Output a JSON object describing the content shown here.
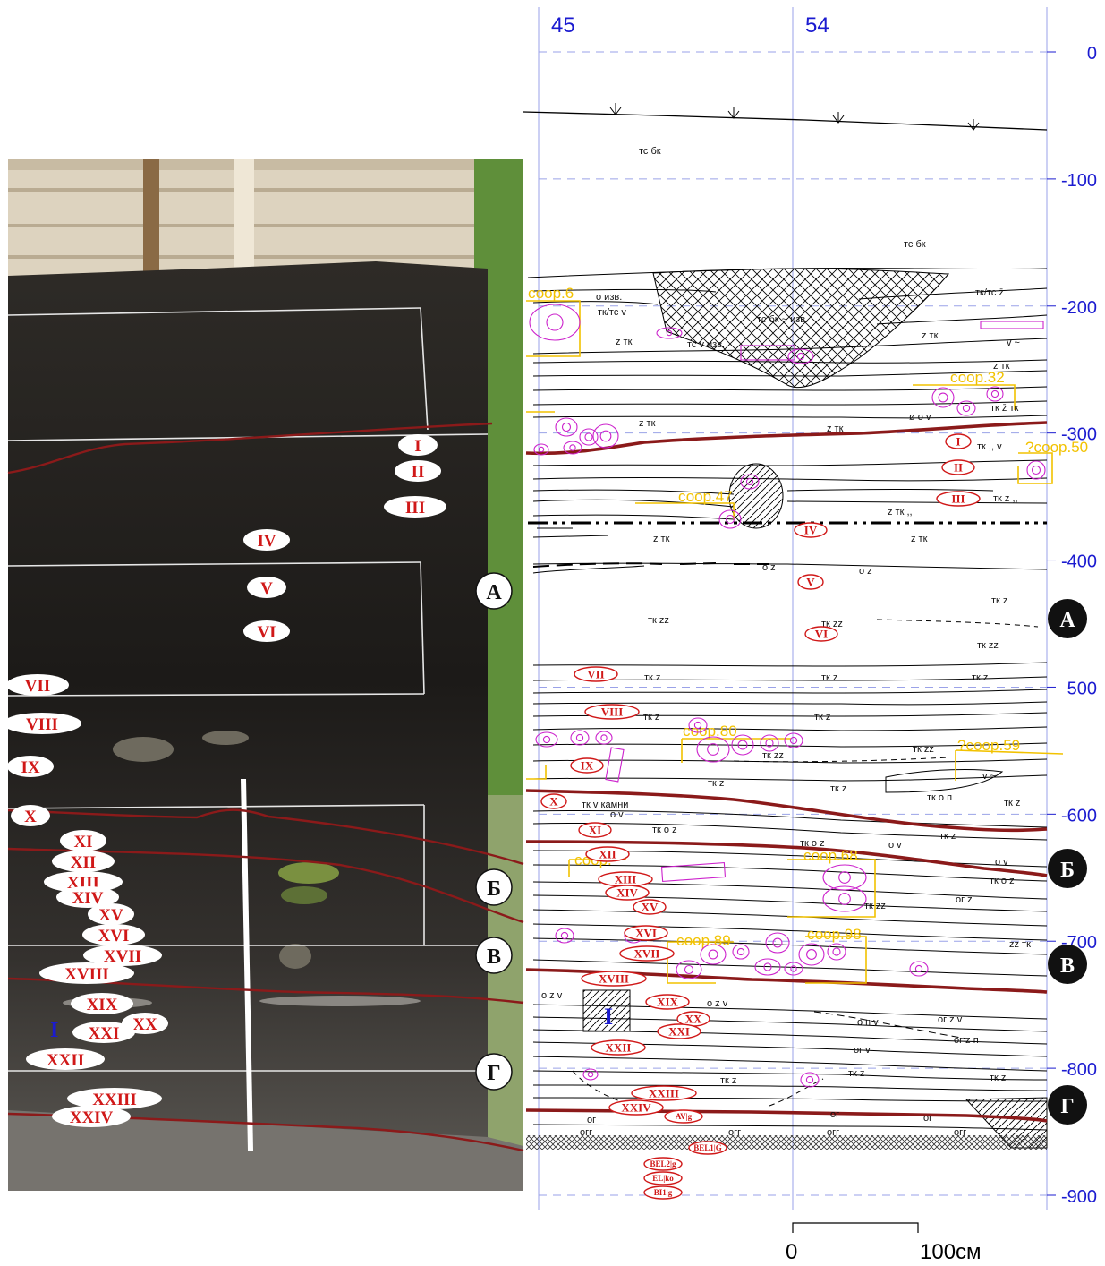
{
  "grid": {
    "columns": [
      "45",
      "54"
    ],
    "depth_ticks": [
      {
        "label": "0",
        "value": 0
      },
      {
        "label": "-100",
        "value": -100
      },
      {
        "label": "-200",
        "value": -200
      },
      {
        "label": "-300",
        "value": -300
      },
      {
        "label": "-400",
        "value": -400
      },
      {
        "label": "500",
        "value": -500
      },
      {
        "label": "-600",
        "value": -600
      },
      {
        "label": "-700",
        "value": -700
      },
      {
        "label": "-800",
        "value": -800
      },
      {
        "label": "-900",
        "value": -900
      }
    ]
  },
  "scale_bar": {
    "start": "0",
    "end": "100см"
  },
  "horizon_markers": [
    "А",
    "Б",
    "В",
    "Г"
  ],
  "photo_layers": [
    "I",
    "II",
    "III",
    "IV",
    "V",
    "VI",
    "VII",
    "VIII",
    "IX",
    "X",
    "XI",
    "XII",
    "XIII",
    "XIV",
    "XV",
    "XVI",
    "XVII",
    "XVIII",
    "XIX",
    "XX",
    "XXI",
    "XXII",
    "XXIII",
    "XXIV"
  ],
  "photo_blue_marker": "I",
  "drawing_layers": [
    "I",
    "II",
    "III",
    "IV",
    "V",
    "VI",
    "VII",
    "VIII",
    "IX",
    "X",
    "XI",
    "XII",
    "XIII",
    "XIV",
    "XV",
    "XVI",
    "XVII",
    "XVIII",
    "XIX",
    "XX",
    "XXI",
    "XXII",
    "XXIII",
    "XXIV"
  ],
  "special_labels": [
    "AV|g",
    "BEL1|G",
    "BEL2|g",
    "EL|ko",
    "BI1|g"
  ],
  "structures": [
    "соор.6",
    "соор.32",
    "?соор.50",
    "соор.47",
    "соор.80",
    "?соор.59",
    "соор.",
    "соор.68",
    "соор.89",
    "соор.98"
  ],
  "soil_labels": {
    "ts_bk_1": "тс бк",
    "ts_bk_2": "тс бк",
    "o_izv": "о изв.",
    "tk_ts_v": "тк/тс v",
    "ts_bk_izv": "тс бк ~ изв.",
    "tk_ts_z": "тк/тс z̄",
    "z_tk_1": "z тк",
    "ts_v_izv": "тс v изв.",
    "z_tk_2": "z тк",
    "v_tilde_1": "v ~",
    "z_tk_3": "z тк",
    "z_tk_4": "z тк",
    "tk_z_tk": "тк z̄ тк",
    "o_o_v": "ø о v",
    "tk_v": "тк ,, v",
    "z_tk_5": "z тк",
    "z_tk_6": "z тк ,,",
    "tk_z_1": "тк z ,,",
    "z_tk_7": "z тк",
    "z_tk_8": "z тк",
    "tk_z_2": "тк z",
    "o_z_1": "о z",
    "o_z_2": "о z",
    "tk_zz_1": "тк zz",
    "tk_zz_2": "тк zz",
    "tk_zz_3": "тк zz",
    "tk_z_3": "тк z",
    "tk_z_4": "тк z",
    "tk_z_5": "тк z",
    "tk_z_6": "тк z",
    "tk_z_7": "тк z",
    "tk_zz_4": "тк zz",
    "tk_zz_5": "тк zz",
    "v_tilde_2": "v ~",
    "tk_z_8": "тк z",
    "tk_z_9": "тк z",
    "tk_z_10": "тк z",
    "tk_o_p": "тк о п",
    "tk_v_kamni": "тк v камни",
    "o_v_1": "о v",
    "tk_o_z_1": "тк о z",
    "tk_o_z_2": "тк о z",
    "o_v_2": "о v",
    "tk_z_11": "тк z",
    "o_v_3": "о v",
    "tk_o_z_3": "тк о z",
    "og_z": "ог z",
    "tk_zz_6": "тк zz",
    "zz_tk": "zz тк",
    "o_z_v_1": "о z v",
    "o_z_v_2": "о z v",
    "o_p_v": "о п v",
    "og_z_v": "ог z v",
    "og_z_p": "ог z п",
    "og_v": "ог v",
    "og_1": "ог",
    "og_2": "ог",
    "og_3": "ог",
    "ogg_1": "огг",
    "ogg_2": "огг",
    "ogg_3": "огг",
    "ogg_4": "огг",
    "tk_z_12": "тк z",
    "tk_z_13": "тк z",
    "tk_z_14": "тк z"
  },
  "colors": {
    "layer_red": "#d01818",
    "boundary_red": "#8b1a1a",
    "structure_yellow": "#f2c200",
    "pit_magenta": "#cc22cc",
    "grid_blue": "#1b1bd0"
  }
}
